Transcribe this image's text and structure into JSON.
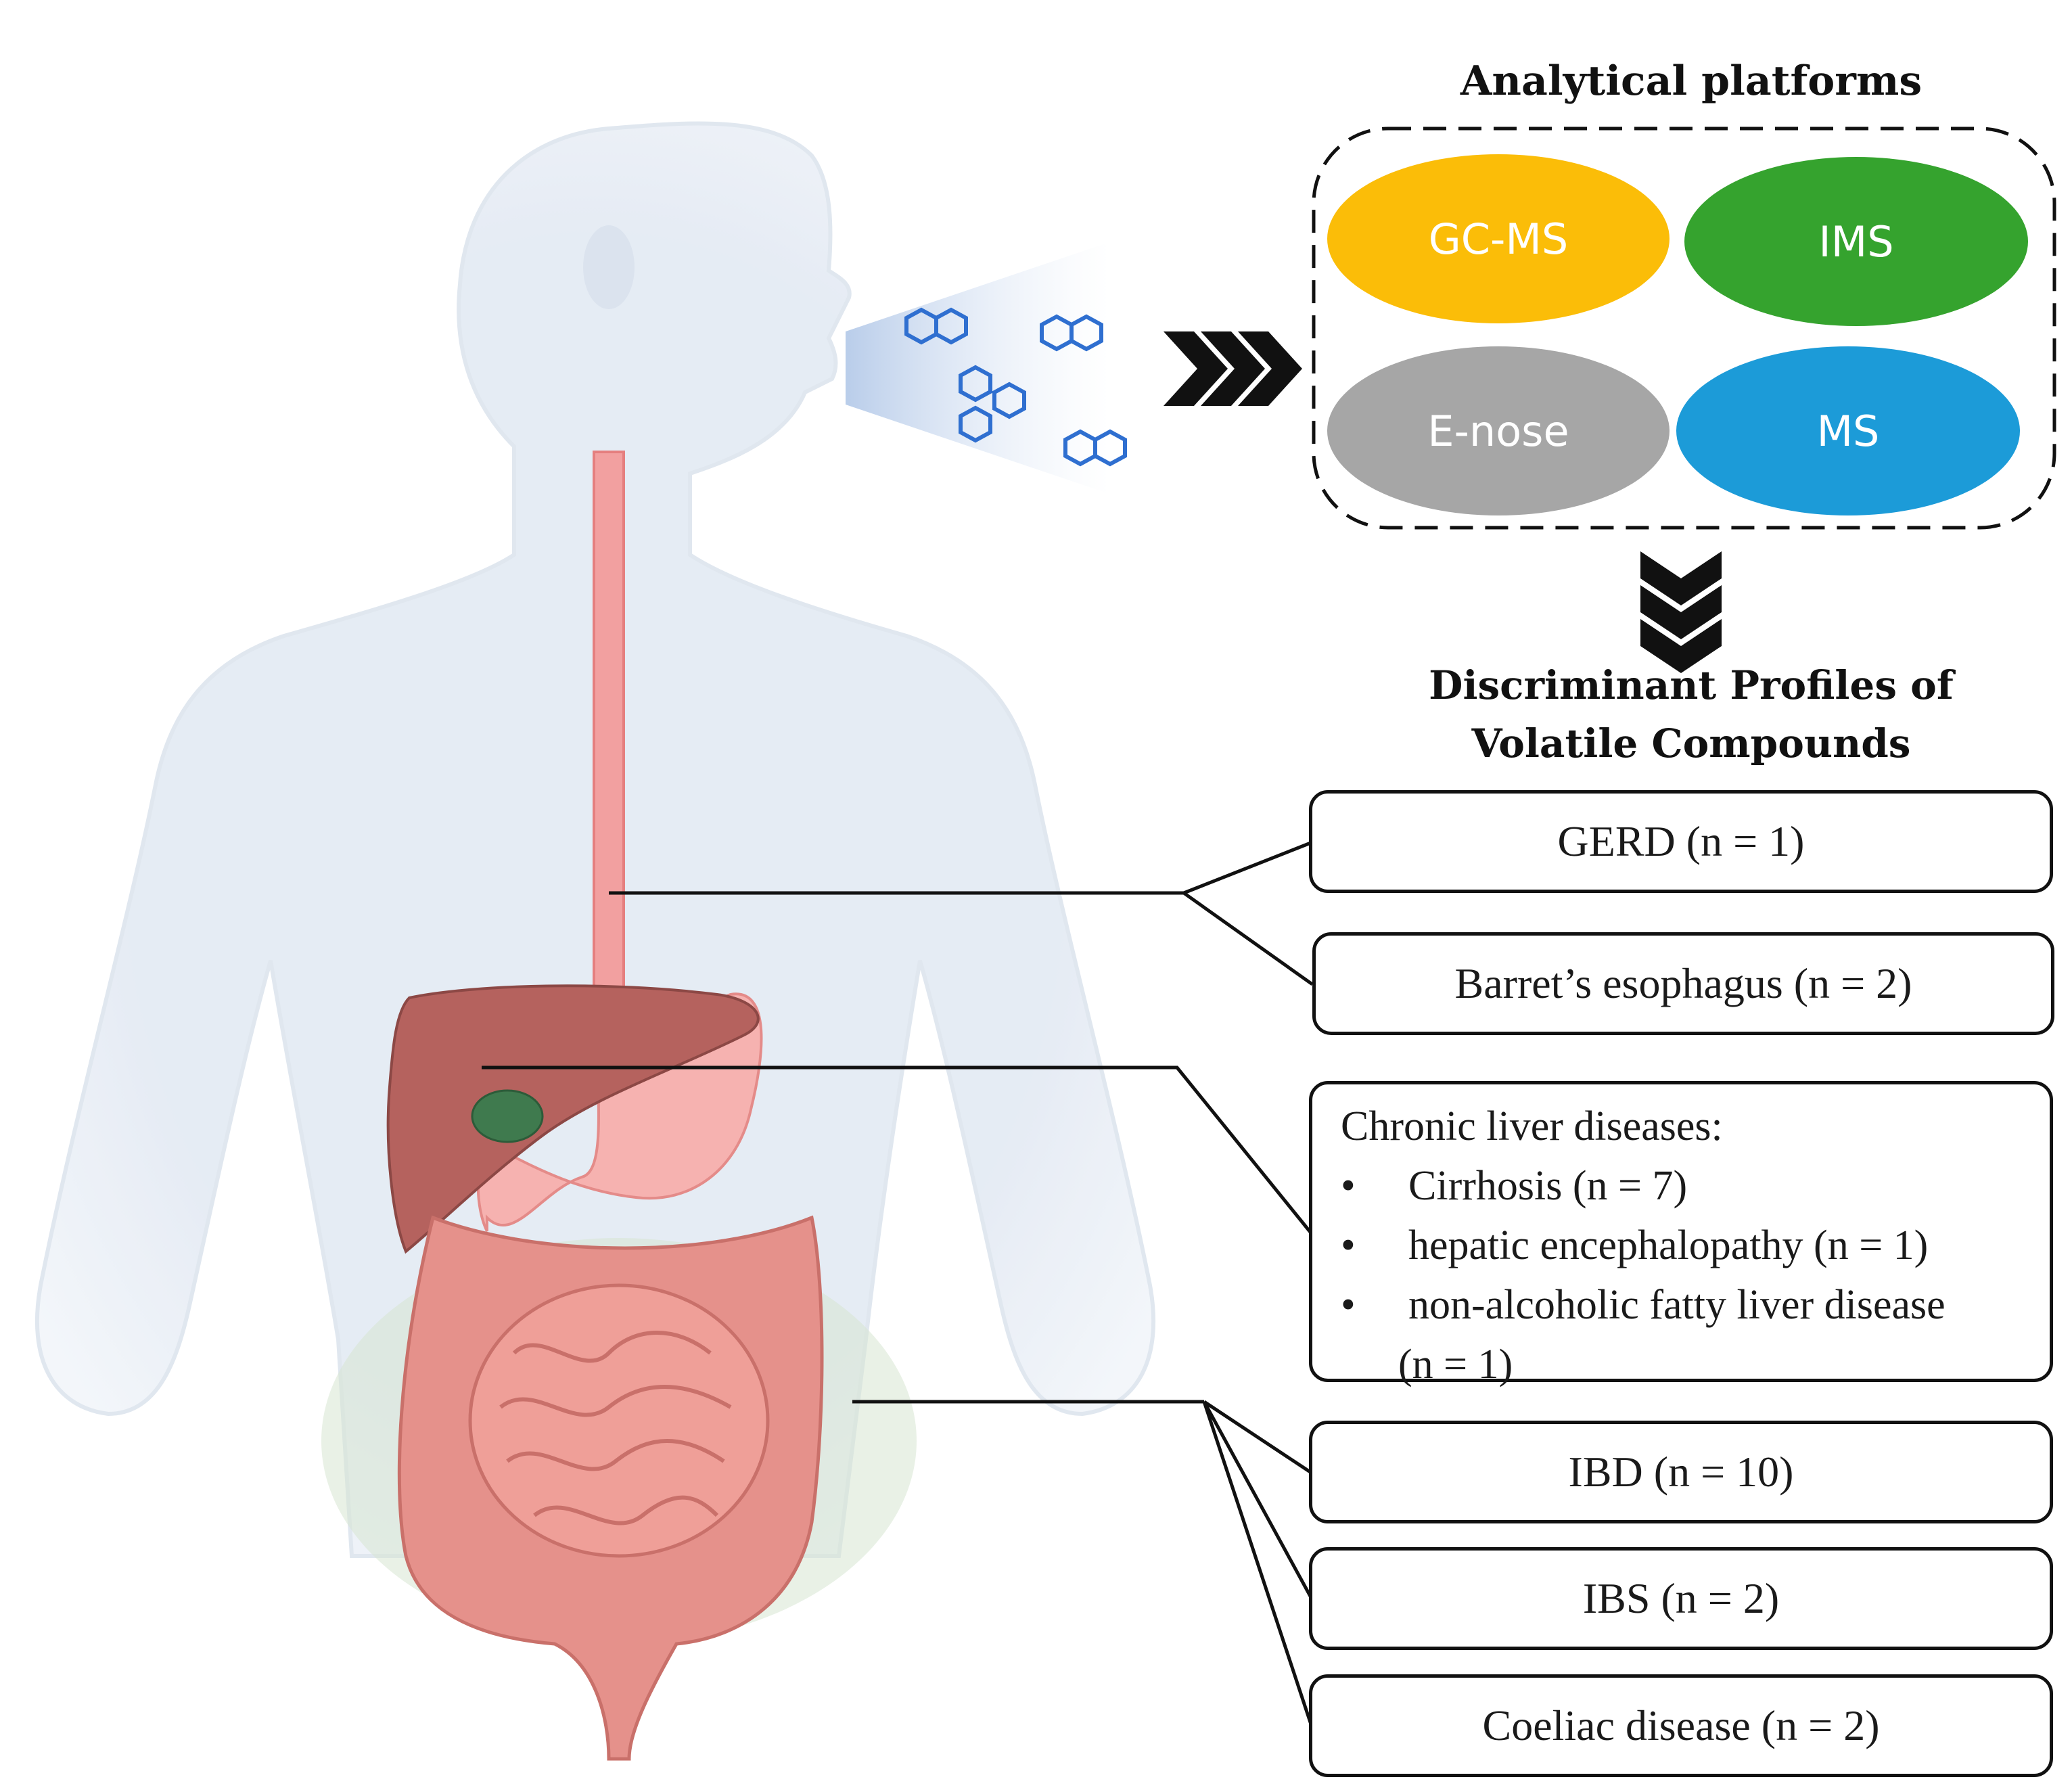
{
  "platforms": {
    "title": "Analytical platforms",
    "items": [
      {
        "label": "GC-MS",
        "color": "#fbbd08"
      },
      {
        "label": "IMS",
        "color": "#35a32e"
      },
      {
        "label": "E-nose",
        "color": "#a6a6a6"
      },
      {
        "label": "MS",
        "color": "#1c9bd8"
      }
    ]
  },
  "profiles_title_line1": "Discriminant Profiles of",
  "profiles_title_line2": "Volatile Compounds",
  "diseases": {
    "gerd": "GERD (n = 1)",
    "barrett": "Barret’s esophagus (n = 2)",
    "liver": {
      "heading": "Chronic liver diseases:",
      "items": [
        "Cirrhosis (n = 7)",
        "hepatic encephalopathy (n = 1)",
        "non-alcoholic fatty liver disease"
      ],
      "continuation": "(n = 1)"
    },
    "ibd": "IBD (n = 10)",
    "ibs": "IBS (n = 2)",
    "coeliac": "Coeliac disease (n = 2)"
  },
  "colors": {
    "body": "#e6edf5",
    "esophagus": "#f2a0a0",
    "liver": "#b5625e",
    "gallbladder": "#3f7a4e",
    "stomach": "#f4a6a6",
    "intestine": "#e8908a",
    "molecule": "#2f6fd0"
  }
}
